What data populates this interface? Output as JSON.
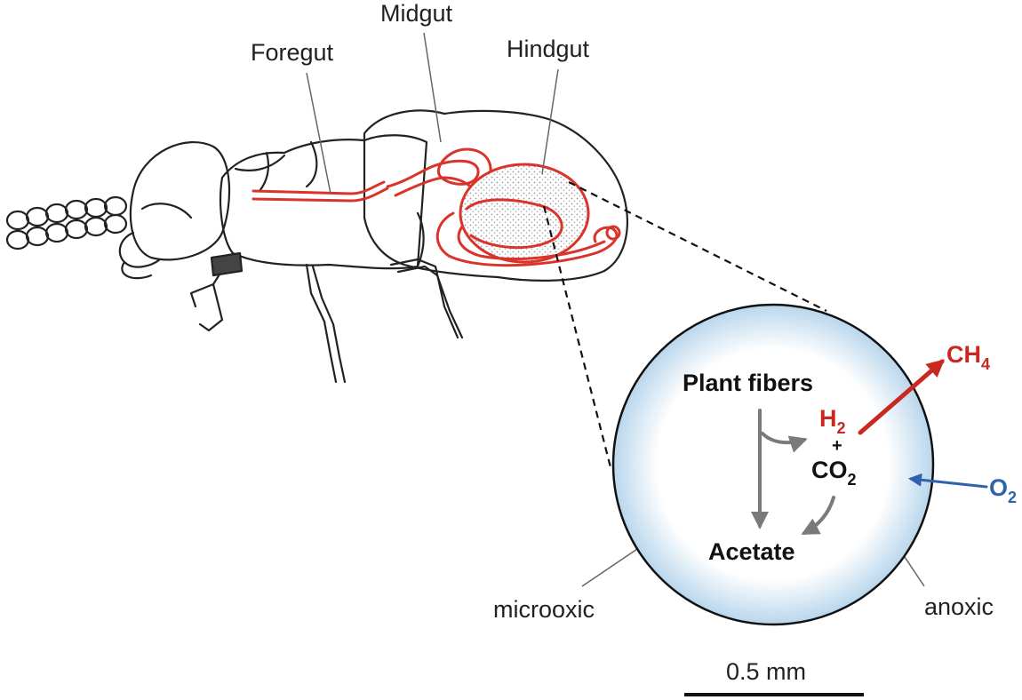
{
  "labels": {
    "foregut": "Foregut",
    "midgut": "Midgut",
    "hindgut": "Hindgut",
    "microoxic": "microoxic",
    "anoxic": "anoxic",
    "scale_bar": "0.5 mm"
  },
  "inset": {
    "plant_fibers": "Plant fibers",
    "acetate": "Acetate",
    "h2": {
      "base": "H",
      "sub": "2"
    },
    "plus": "+",
    "co2": {
      "base": "CO",
      "sub": "2"
    },
    "ch4": {
      "base": "CH",
      "sub": "4"
    },
    "o2": {
      "base": "O",
      "sub": "2"
    }
  },
  "colors": {
    "gut": "#d9332b",
    "methane_arrow": "#c8281f",
    "oxygen_arrow": "#2f62ad",
    "flow_arrows": "#7a7a7a",
    "inset_edge_tint": "#b9d6ec"
  }
}
